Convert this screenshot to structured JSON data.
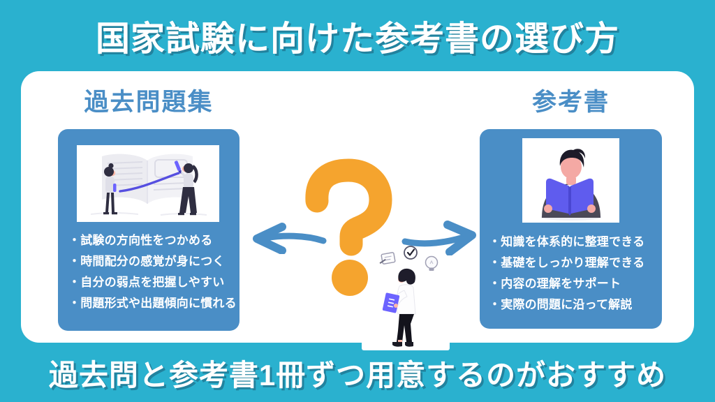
{
  "header": {
    "title": "国家試験に向けた参考書の選び方"
  },
  "footer": {
    "text": "過去問と参考書1冊ずつ用意するのがおすすめ"
  },
  "left_section": {
    "heading": "過去問題集",
    "illustration": "two-people-writing-on-giant-open-book",
    "bullet_char": "・",
    "bullets": [
      "試験の方向性をつかめる",
      "時間配分の感覚が身につく",
      "自分の弱点を把握しやすい",
      "問題形式や出題傾向に慣れる"
    ]
  },
  "right_section": {
    "heading": "参考書",
    "illustration": "man-reading-open-book",
    "bullet_char": "・",
    "bullets": [
      "知識を体系的に整理できる",
      "基礎をしっかり理解できる",
      "内容の理解をサポート",
      "実際の問題に沿って解説"
    ]
  },
  "center": {
    "question_mark": "?",
    "illustration": "person-thinking-with-notebook",
    "icons": [
      "memo-icon",
      "checkmark-icon",
      "lightbulb-icon",
      "question-mark-icon",
      "arrow-left-icon",
      "arrow-right-icon"
    ]
  },
  "colors": {
    "background_cyan": "#2ab1cf",
    "card_blue": "#4a8ec6",
    "heading_blue": "#4a8ec6",
    "accent_orange": "#f5a42e",
    "illustration_purple": "#5f5cee",
    "dark_figure": "#2f2e41",
    "text_white": "#ffffff"
  }
}
